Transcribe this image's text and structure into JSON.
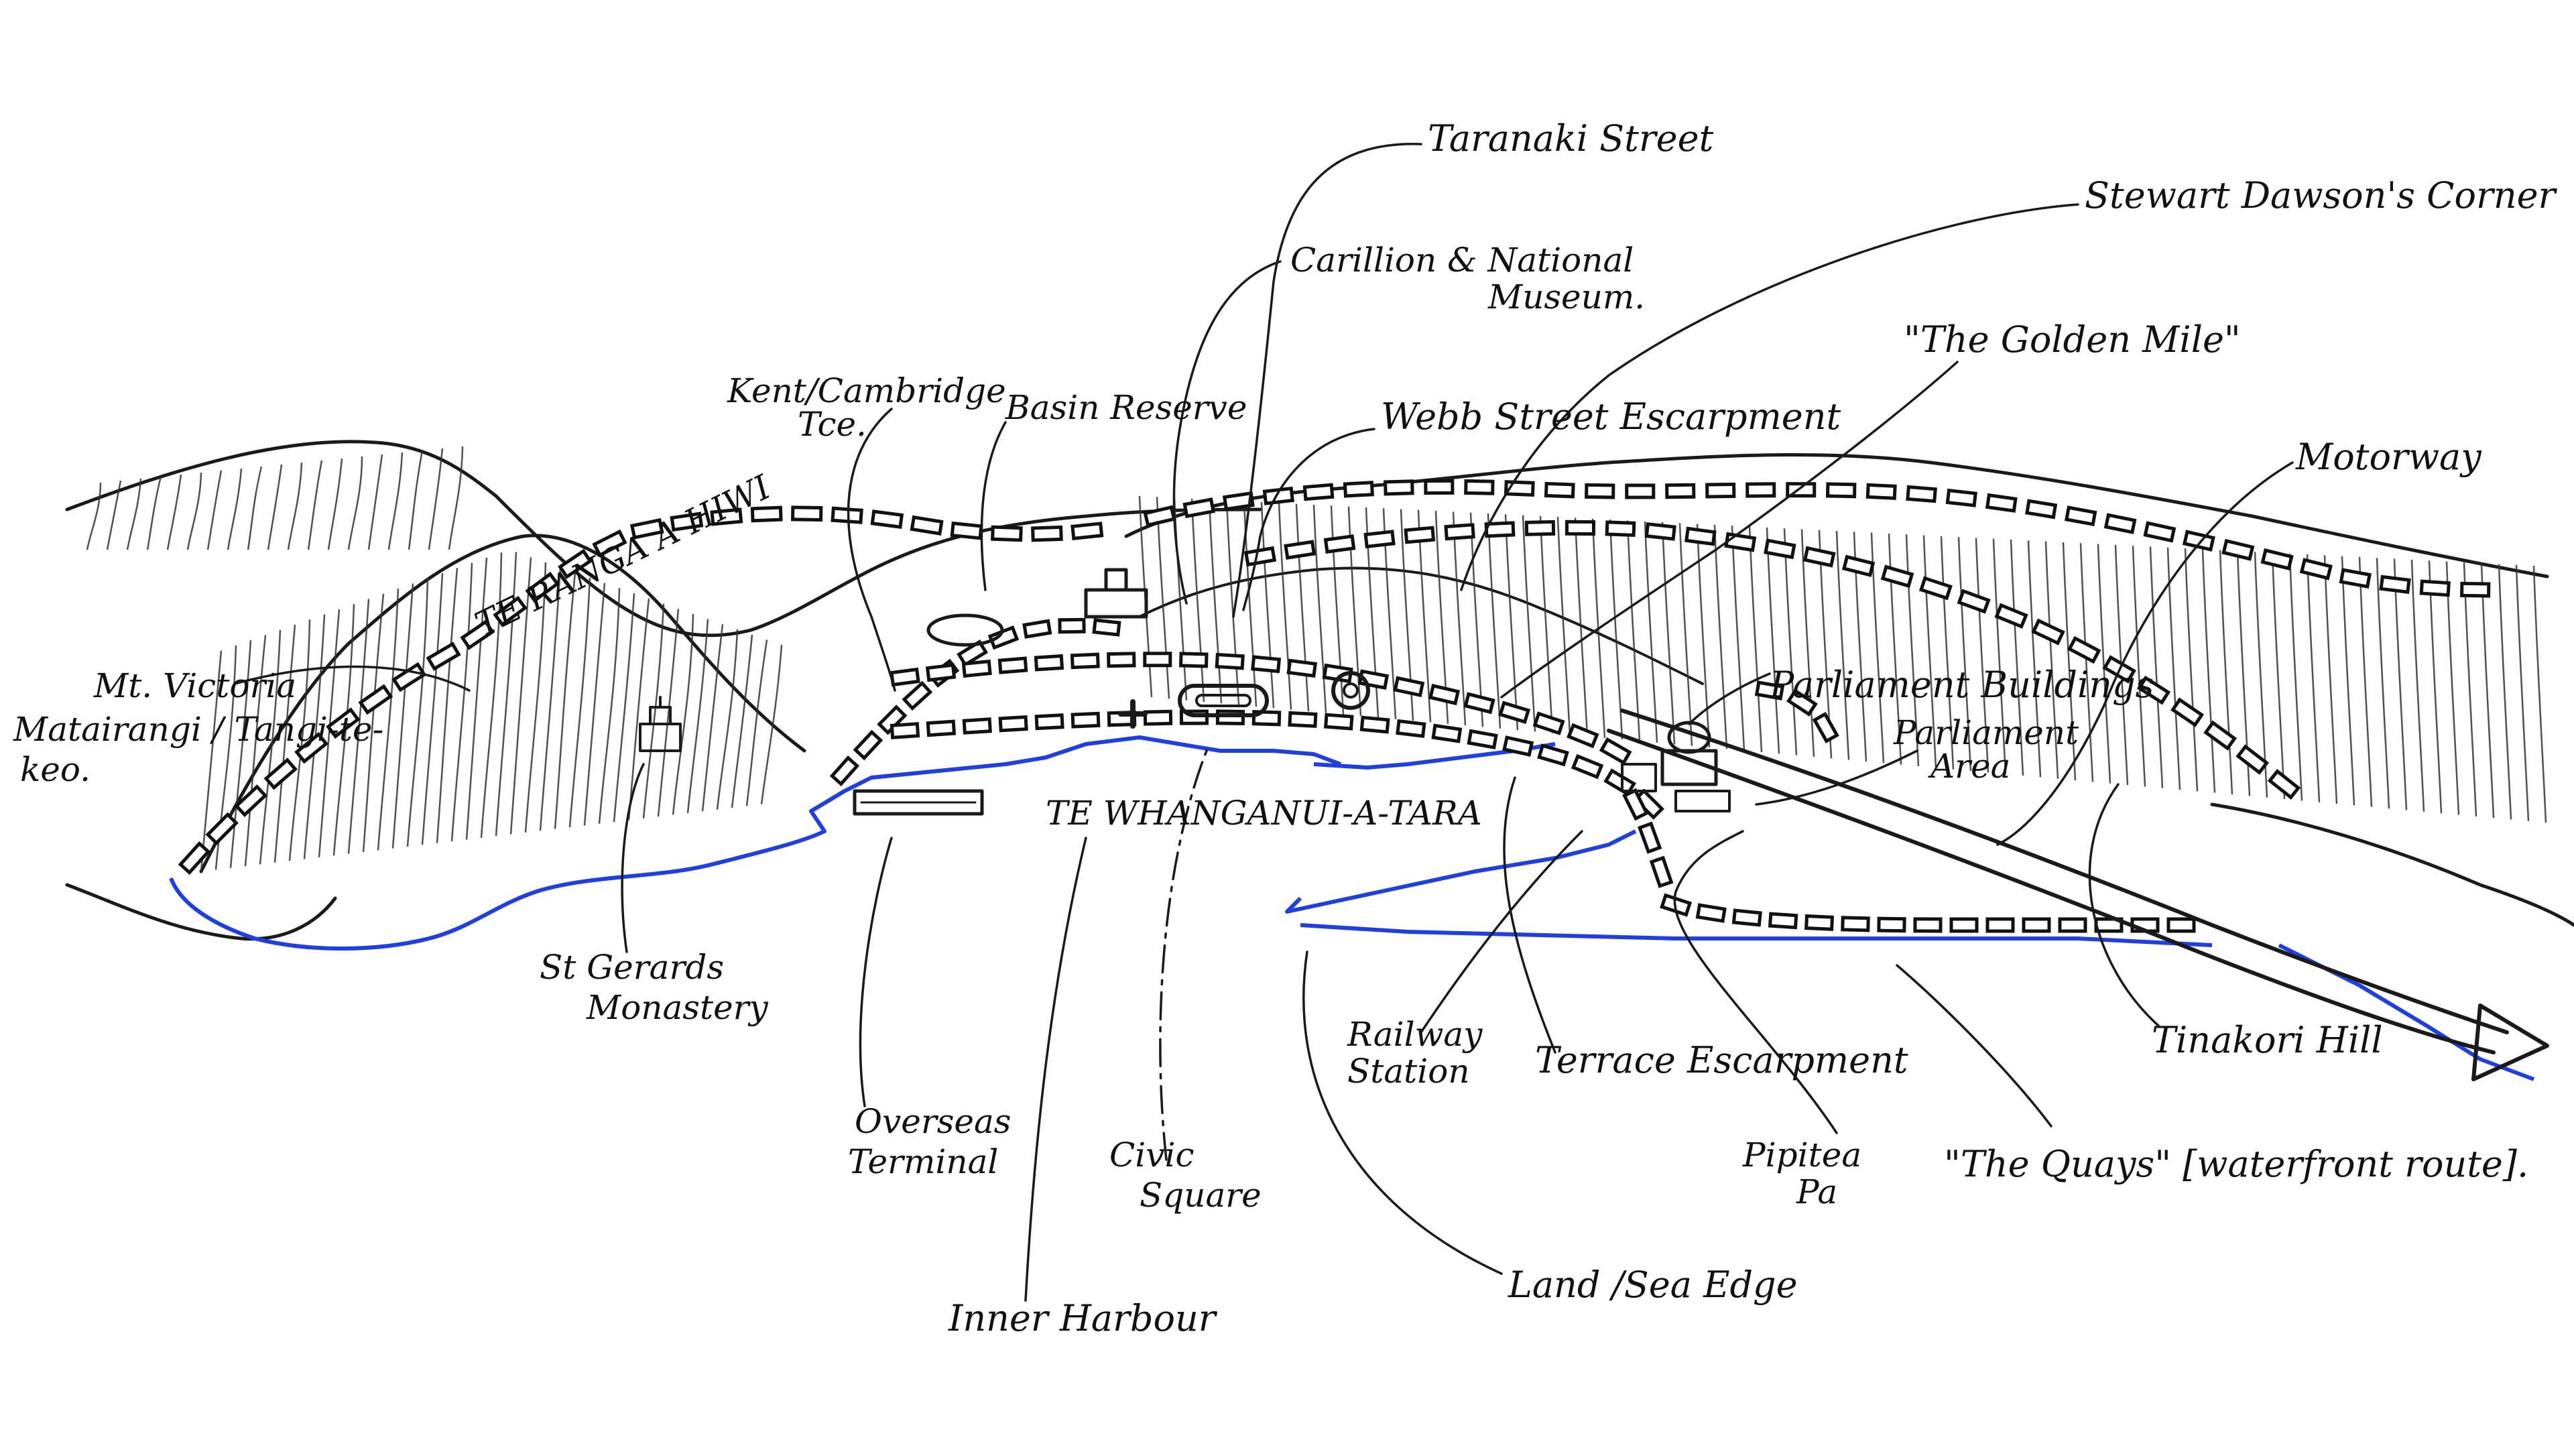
{
  "labels": {
    "taranaki_street": "Taranaki Street",
    "stewart_dawsons_corner": "Stewart Dawson's Corner",
    "carillion_museum_line1": "Carillion & National",
    "carillion_museum_line2": "Museum.",
    "golden_mile": "\"The Golden Mile\"",
    "kent_cambridge_line1": "Kent/Cambridge",
    "kent_cambridge_line2": "Tce.",
    "basin_reserve": "Basin Reserve",
    "webb_street": "Webb Street Escarpment",
    "motorway": "Motorway",
    "te_ranga_a_hiwi": "TE RANGA A HIWI",
    "mt_victoria_line1": "Mt. Victoria",
    "mt_victoria_line2": "Matairangi / Tangi-te-",
    "mt_victoria_line3": "keo.",
    "parliament_buildings": "Parliament Buildings",
    "parliament_area_line1": "Parliament",
    "parliament_area_line2": "Area",
    "te_whanganui_a_tara": "TE WHANGANUI-A-TARA",
    "st_gerards_line1": "St Gerards",
    "st_gerards_line2": "Monastery",
    "railway_line1": "Railway",
    "railway_line2": "Station",
    "terrace_escarpment": "Terrace Escarpment",
    "tinakori_hill": "Tinakori Hill",
    "overseas_line1": "Overseas",
    "overseas_line2": "Terminal",
    "civic_line1": "Civic",
    "civic_line2": "Square",
    "pipitea_line1": "Pipitea",
    "pipitea_line2": "Pa",
    "the_quays": "\"The Quays\" [waterfront route].",
    "inner_harbour": "Inner Harbour",
    "land_sea_edge": "Land /Sea Edge"
  },
  "colors": {
    "ink": "#1a1a1a",
    "sea_edge": "#1f3fe0",
    "paper": "#ffffff"
  }
}
